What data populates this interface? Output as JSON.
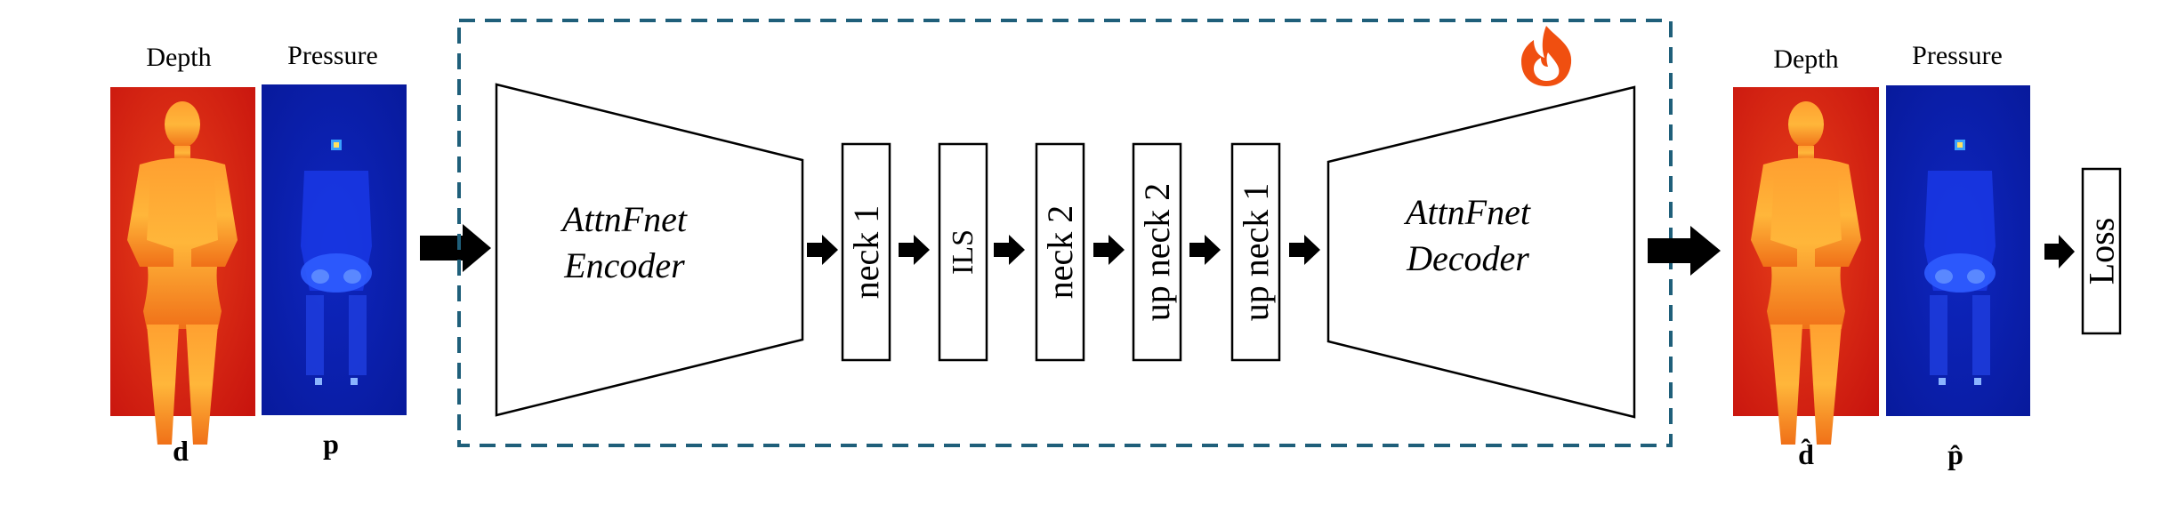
{
  "input": {
    "depth_title": "Depth",
    "pressure_title": "Pressure",
    "depth_symbol": "d",
    "pressure_symbol": "p"
  },
  "encoder": {
    "line1": "AttnFnet",
    "line2": "Encoder"
  },
  "decoder": {
    "line1": "AttnFnet",
    "line2": "Decoder"
  },
  "blocks": [
    "neck 1",
    "ILS",
    "neck 2",
    "up neck 2",
    "up neck 1"
  ],
  "output": {
    "depth_title": "Depth",
    "pressure_title": "Pressure",
    "depth_symbol": "d̂",
    "pressure_symbol": "p̂"
  },
  "loss": "Loss",
  "trainable_icon": "flame-icon",
  "colors": {
    "dashed_border": "#1f5f7a",
    "flame_outer": "#f04f10",
    "flame_inner": "#ffffff",
    "depth_background": "#cc1a12",
    "depth_body": "#ff8a1a",
    "pressure_background": "#0a1fa8",
    "pressure_body": "#2a4dff"
  }
}
